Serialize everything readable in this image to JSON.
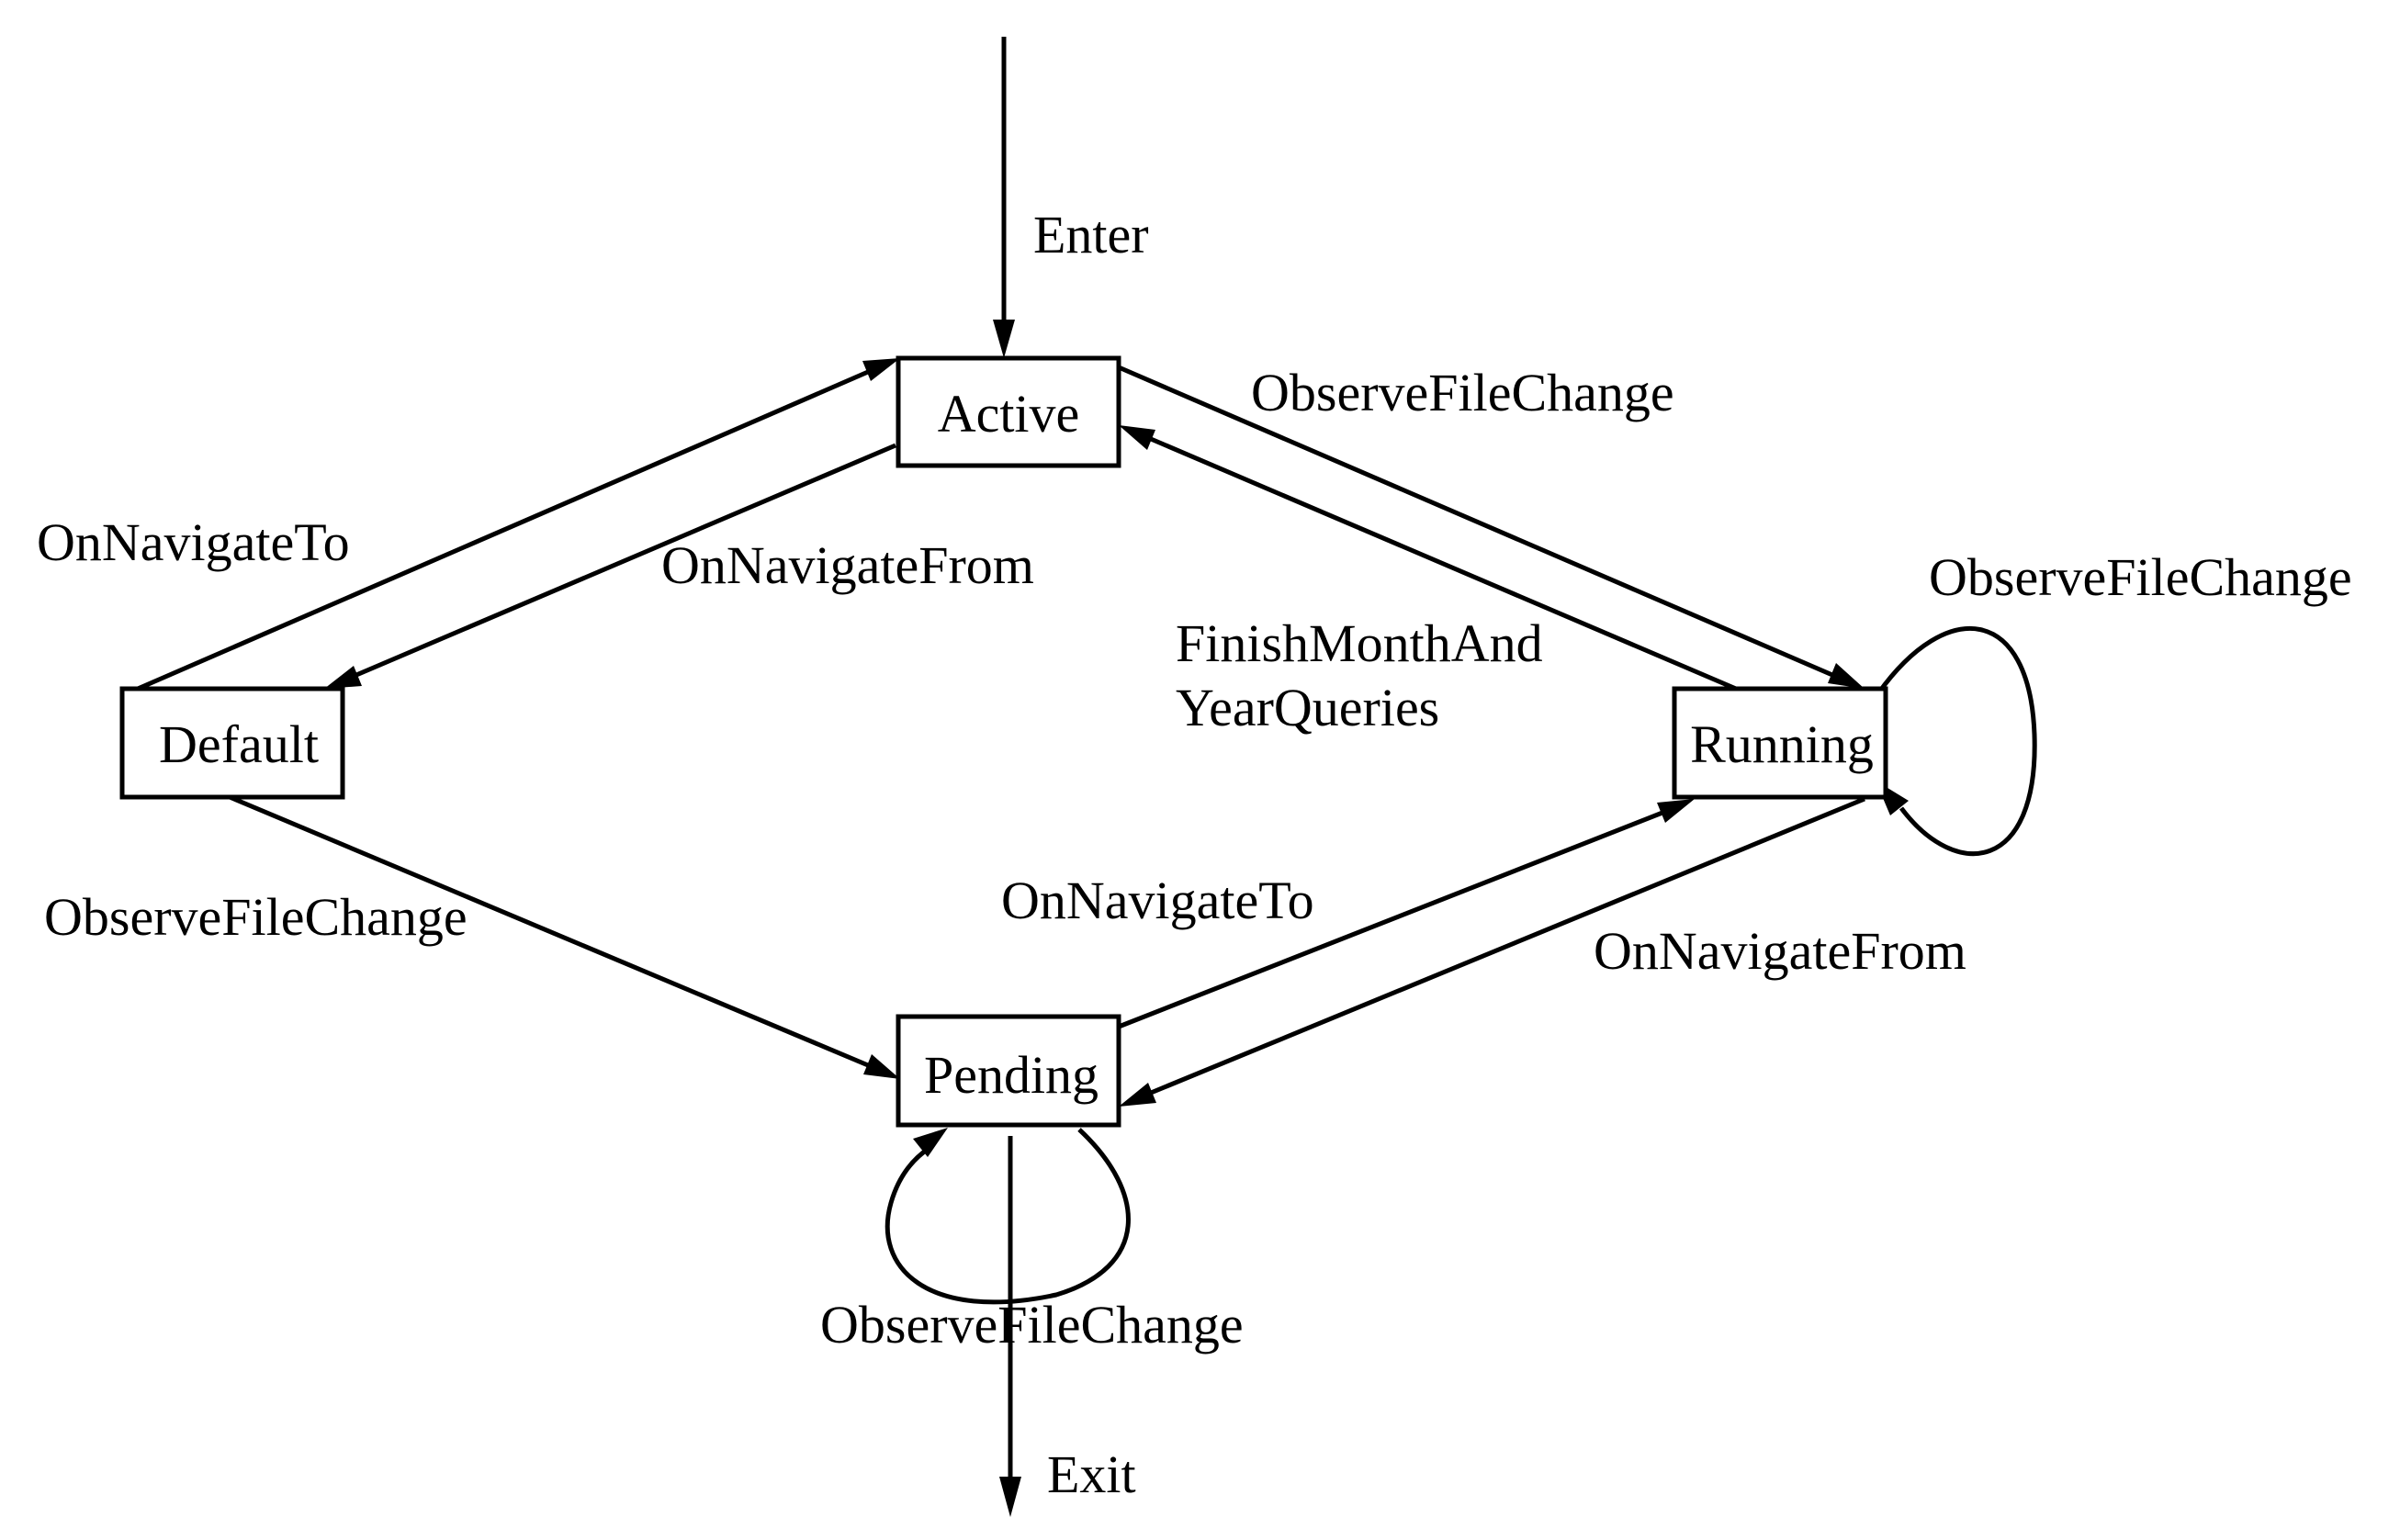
{
  "diagram": {
    "states": {
      "active": "Active",
      "default": "Default",
      "running": "Running",
      "pending": "Pending"
    },
    "transitions": {
      "enter": "Enter",
      "exit": "Exit",
      "default_to_active": "OnNavigateTo",
      "active_to_default": "OnNavigateFrom",
      "active_to_running": "ObserveFileChange",
      "running_to_active_line1": "FinishMonthAnd",
      "running_to_active_line2": "YearQueries",
      "running_self_loop": "ObserveFileChange",
      "default_to_pending": "ObserveFileChange",
      "pending_to_running": "OnNavigateTo",
      "running_to_pending": "OnNavigateFrom",
      "pending_self_loop": "ObserveFileChange"
    }
  }
}
